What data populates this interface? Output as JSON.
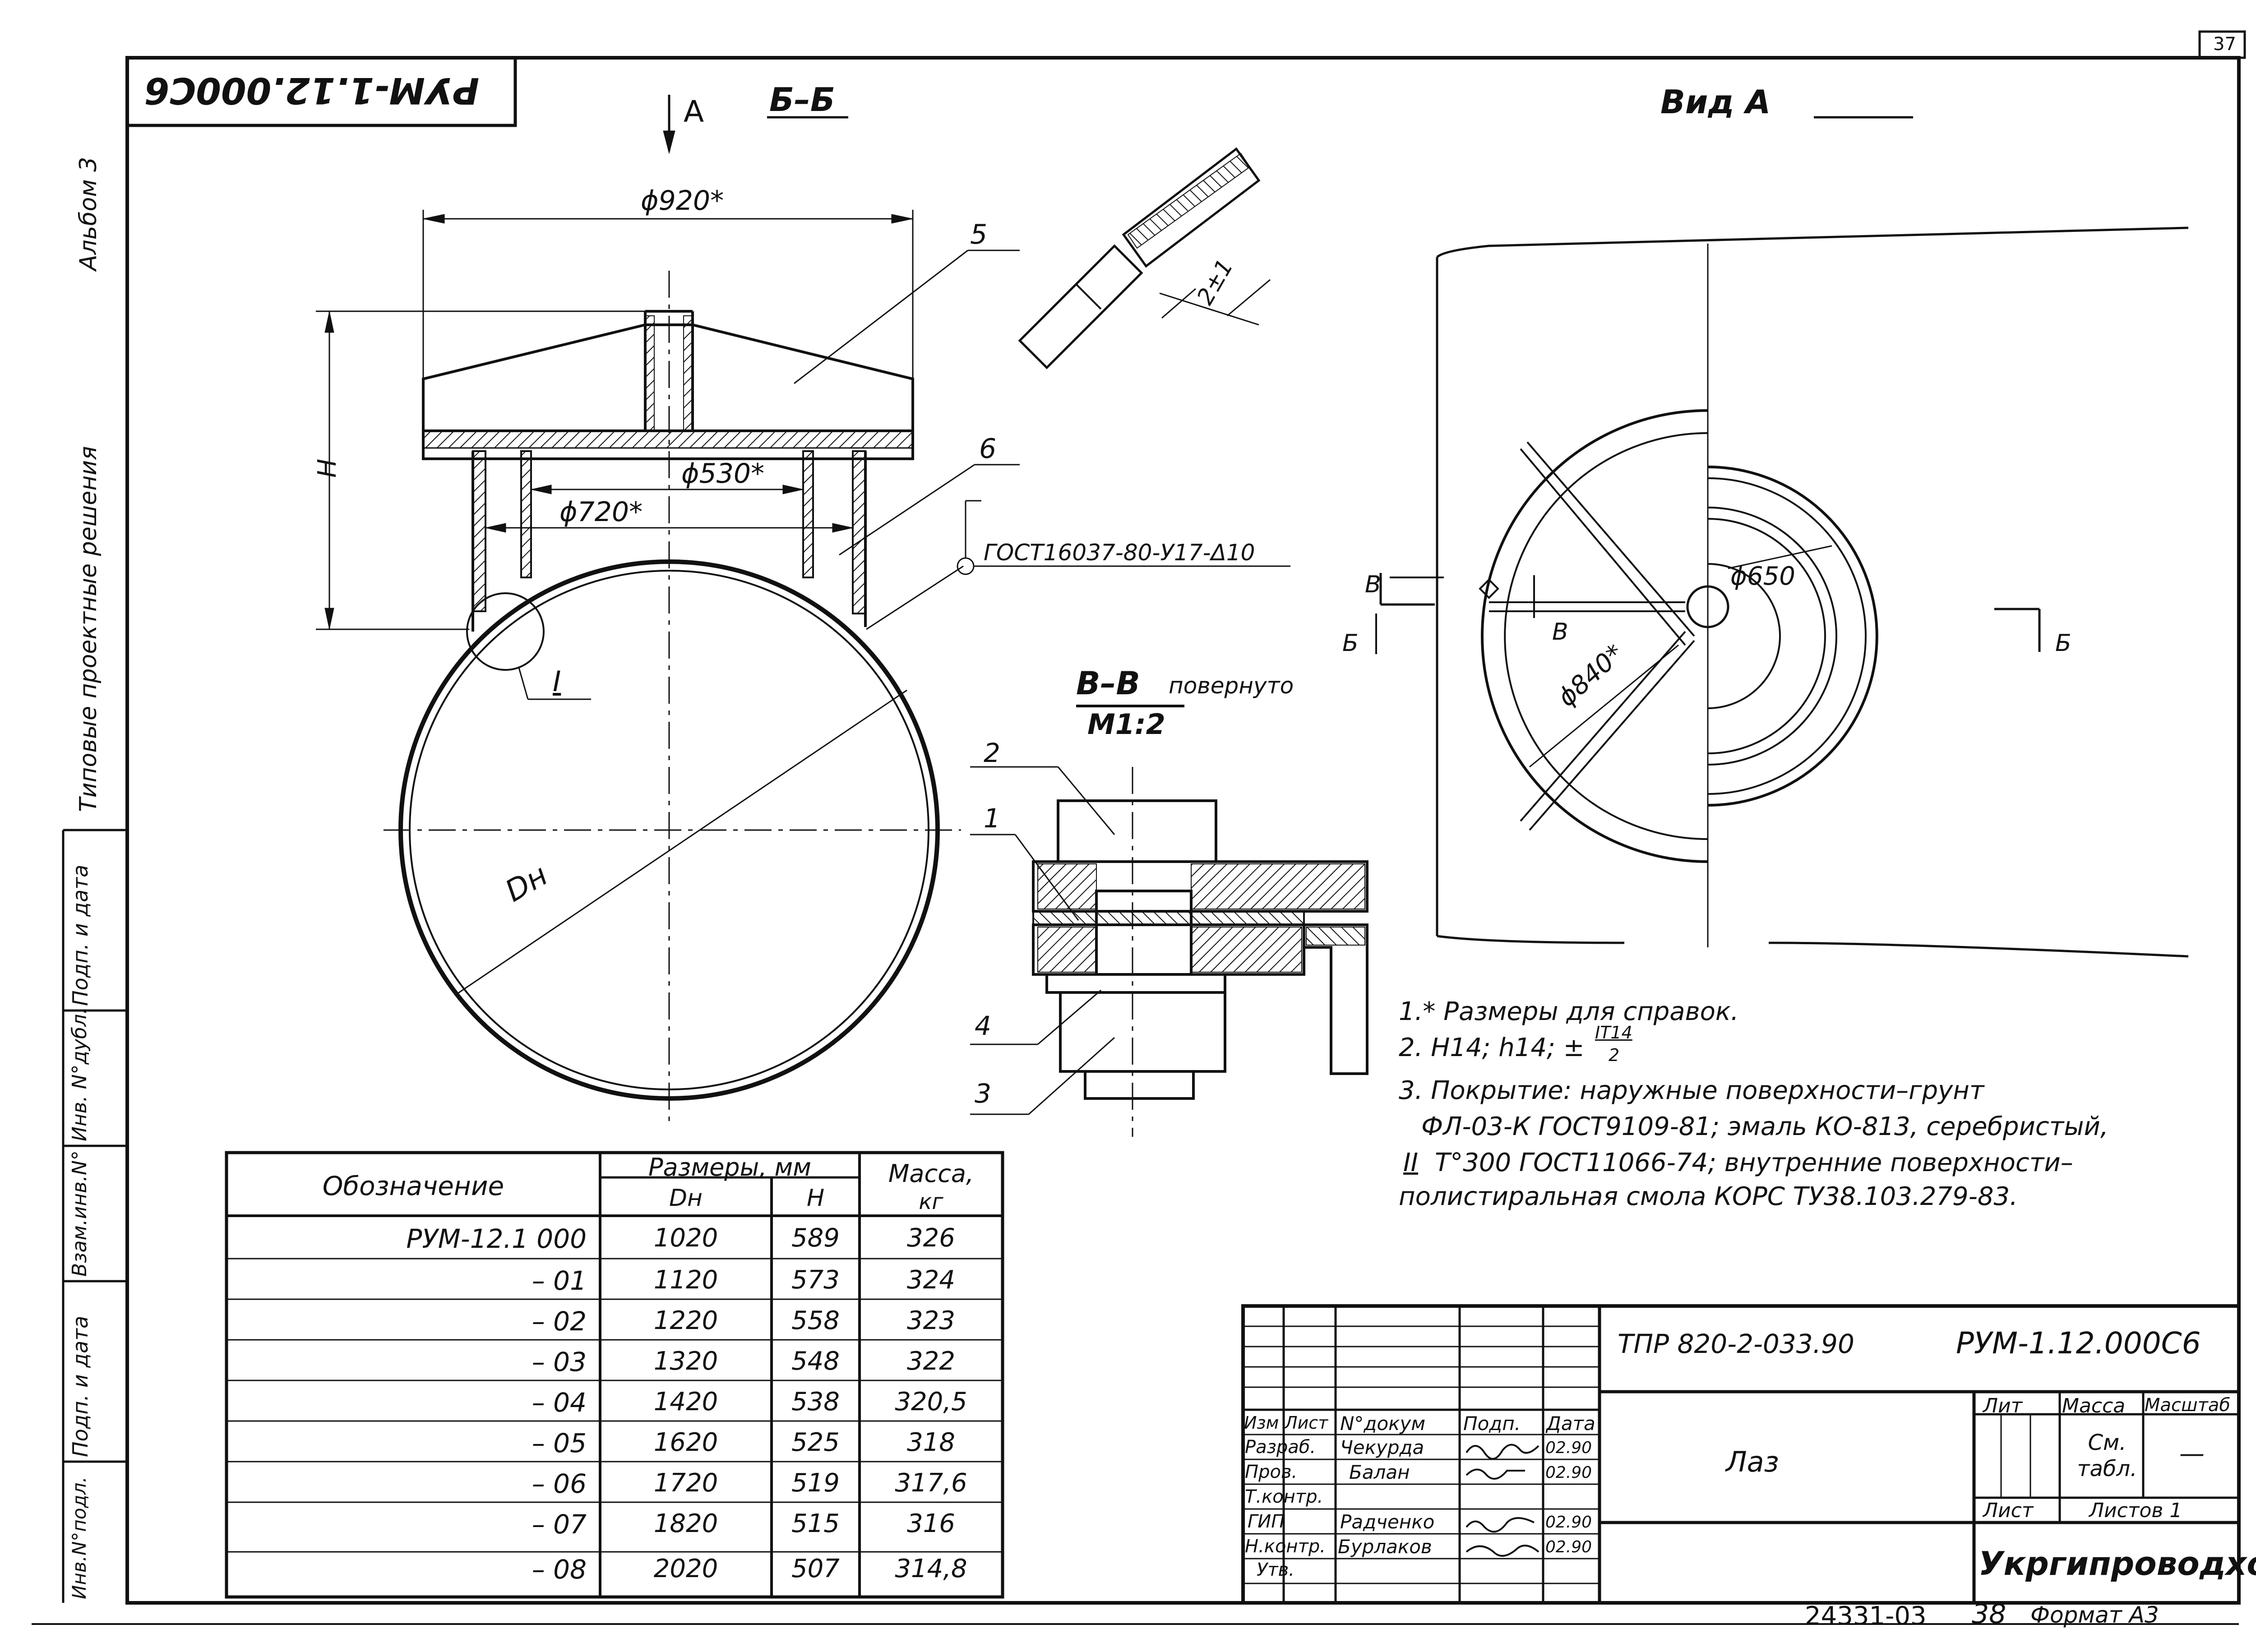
{
  "sheet_number": "37",
  "top_left_stamp": "РУМ-1.12.000С6",
  "side_labels": {
    "album": "Альбом 3",
    "series": "Типовые проектные решения",
    "sign_date_1": "Подп. и дата",
    "dup_inv": "Инв. N°дубл.",
    "replace_inv": "Взам.инв.N°",
    "sign_date_2": "Подп. и дата",
    "orig_inv": "Инв.N°подл."
  },
  "section_bb": {
    "title": "Б–Б",
    "arrow_label": "А",
    "dim_920": "ϕ920*",
    "dim_530": "ϕ530*",
    "dim_720": "ϕ720*",
    "dim_h": "H",
    "dim_dn": "Dн",
    "callout_5": "5",
    "callout_6": "6",
    "callout_i": "I",
    "weld_note": "ГОСТ16037-80-У17-Δ10",
    "gap_dim": "2±1"
  },
  "section_vv": {
    "title": "В–В",
    "subtitle": "повернуто",
    "scale": "М1:2",
    "callout_1": "1",
    "callout_2": "2",
    "callout_3": "3",
    "callout_4": "4"
  },
  "view_a": {
    "title": "Вид А",
    "dim_650": "ϕ650",
    "dim_840": "ϕ840*",
    "label_v1": "В",
    "label_v2": "В",
    "label_b1": "Б",
    "label_b2": "Б"
  },
  "notes": [
    "1.* Размеры для справок.",
    "2. H14; h14; ±",
    "3. Покрытие: наружные поверхности–грунт",
    "ФЛ-03-К ГОСТ9109-81; эмаль КО-813, серебристый,",
    "Т°300 ГОСТ11066-74; внутренние поверхности–",
    "полистиральная смола КОРС ТУ38.103.279-83."
  ],
  "notes_extra": {
    "tol_num": "IT14",
    "tol_den": "2",
    "roman_ii": "II"
  },
  "table": {
    "headers": {
      "designation": "Обозначение",
      "sizes": "Размеры, мм",
      "dn": "Dн",
      "h": "H",
      "mass": "Масса,",
      "mass_unit": "кг"
    },
    "rows": [
      {
        "designation": "РУМ-12.1 000",
        "dn": "1020",
        "h": "589",
        "mass": "326"
      },
      {
        "designation": "– 01",
        "dn": "1120",
        "h": "573",
        "mass": "324"
      },
      {
        "designation": "– 02",
        "dn": "1220",
        "h": "558",
        "mass": "323"
      },
      {
        "designation": "– 03",
        "dn": "1320",
        "h": "548",
        "mass": "322"
      },
      {
        "designation": "– 04",
        "dn": "1420",
        "h": "538",
        "mass": "320,5"
      },
      {
        "designation": "– 05",
        "dn": "1620",
        "h": "525",
        "mass": "318"
      },
      {
        "designation": "– 06",
        "dn": "1720",
        "h": "519",
        "mass": "317,6"
      },
      {
        "designation": "– 07",
        "dn": "1820",
        "h": "515",
        "mass": "316"
      },
      {
        "designation": "– 08",
        "dn": "2020",
        "h": "507",
        "mass": "314,8"
      }
    ]
  },
  "title_block": {
    "project": "ТПР 820-2-033.90",
    "doc_code": "РУМ-1.12.000С6",
    "name": "Лаз",
    "org": "Укргипроводхоз",
    "col_izm": "Изм",
    "col_list": "Лист",
    "col_doc": "N°докум",
    "col_sign": "Подп.",
    "col_date": "Дата",
    "lit": "Лит",
    "mass": "Масса",
    "scale": "Масштаб",
    "mass_value": "См. табл.",
    "scale_value": "—",
    "sheet": "Лист",
    "sheets": "Листов 1",
    "roles": [
      {
        "role": "Разраб.",
        "name": "Чекурда",
        "date": "02.90"
      },
      {
        "role": "Пров.",
        "name": "Балан",
        "date": "02.90"
      },
      {
        "role": "Т.контр.",
        "name": "",
        "date": ""
      },
      {
        "role": "ГИП",
        "name": "Радченко",
        "date": "02.90"
      },
      {
        "role": "Н.контр.",
        "name": "Бурлаков",
        "date": "02.90"
      },
      {
        "role": "Утв.",
        "name": "",
        "date": ""
      }
    ]
  },
  "bottom": {
    "inv": "24331-03",
    "page": "38",
    "format": "Формат А3"
  }
}
